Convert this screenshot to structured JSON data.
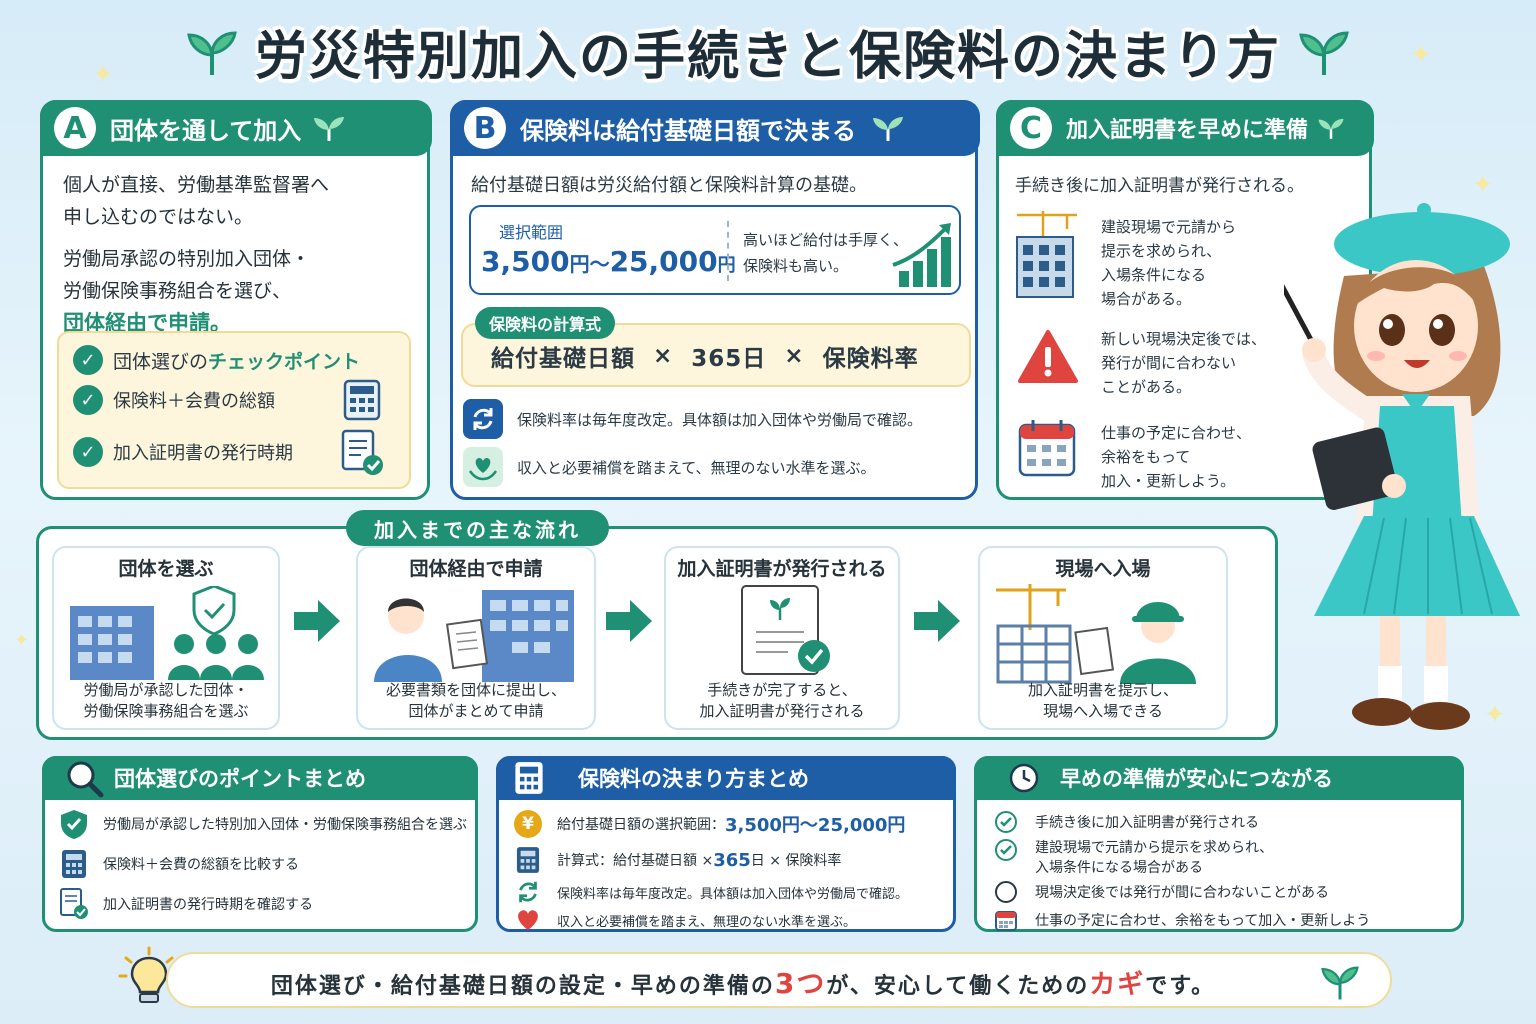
{
  "title": "労災特別加入の手続きと保険料の決まり方",
  "colors": {
    "green": "#1f9074",
    "blue": "#1e5ea7",
    "accent_red": "#e0443e",
    "yellow_box": "#fdf6dc"
  },
  "card_a": {
    "letter": "A",
    "heading": "団体を通して加入",
    "p1_line1": "個人が直接、労働基準監督署へ",
    "p1_line2": "申し込むのではない。",
    "p2_line1": "労働局承認の特別加入団体・",
    "p2_line2": "労働保険事務組合を選び、",
    "p2_emph": "団体経由で申請。",
    "checklist_title_pre": "団体選びの",
    "checklist_title_emph": "チェックポイント",
    "check1": "保険料＋会費の総額",
    "check2": "加入証明書の発行時期"
  },
  "card_b": {
    "letter": "B",
    "heading": "保険料は給付基礎日額で決まる",
    "intro": "給付基礎日額は労災給付額と保険料計算の基礎。",
    "range_label": "選択範囲",
    "range_min": "3,500",
    "range_sep": "円～",
    "range_max": "25,000",
    "range_unit": "円",
    "range_note1": "高いほど給付は手厚く、",
    "range_note2": "保険料も高い。",
    "formula_label": "保険料の計算式",
    "formula_a": "給付基礎日額",
    "formula_b": "365日",
    "formula_c": "保険料率",
    "formula_op": "×",
    "note1": "保険料率は毎年度改定。具体額は加入団体や労働局で確認。",
    "note2": "収入と必要補償を踏まえて、無理のない水準を選ぶ。"
  },
  "card_c": {
    "letter": "C",
    "heading": "加入証明書を早めに準備",
    "intro": "手続き後に加入証明書が発行される。",
    "item1": [
      "建設現場で元請から",
      "提示を求められ、",
      "入場条件になる",
      "場合がある。"
    ],
    "item2": [
      "新しい現場決定後では、",
      "発行が間に合わない",
      "ことがある。"
    ],
    "item3": [
      "仕事の予定に合わせ、",
      "余裕をもって",
      "加入・更新しよう。"
    ]
  },
  "flow": {
    "title": "加入までの主な流れ",
    "steps": [
      {
        "title": "団体を選ぶ",
        "cap1": "労働局が承認した団体・",
        "cap2": "労働保険事務組合を選ぶ"
      },
      {
        "title": "団体経由で申請",
        "cap1": "必要書類を団体に提出し、",
        "cap2": "団体がまとめて申請"
      },
      {
        "title": "加入証明書が発行される",
        "cap1": "手続きが完了すると、",
        "cap2": "加入証明書が発行される"
      },
      {
        "title": "現場へ入場",
        "cap1": "加入証明書を提示し、",
        "cap2": "現場へ入場できる"
      }
    ]
  },
  "summary1": {
    "heading": "団体選びのポイントまとめ",
    "rows": [
      "労働局が承認した特別加入団体・労働保険事務組合を選ぶ",
      "保険料＋会費の総額を比較する",
      "加入証明書の発行時期を確認する"
    ]
  },
  "summary2": {
    "heading": "保険料の決まり方まとめ",
    "row1_pre": "給付基礎日額の選択範囲：",
    "row1_val": "3,500円～25,000円",
    "row2_pre": "計算式：給付基礎日額 × ",
    "row2_val": "365",
    "row2_post": "日 × 保険料率",
    "row3": "保険料率は毎年度改定。具体額は加入団体や労働局で確認。",
    "row4": "収入と必要補償を踏まえ、無理のない水準を選ぶ。"
  },
  "summary3": {
    "heading": "早めの準備が安心につながる",
    "row1": "手続き後に加入証明書が発行される",
    "row2a": "建設現場で元請から提示を求められ、",
    "row2b": "入場条件になる場合がある",
    "row3": "現場決定後では発行が間に合わないことがある",
    "row4": "仕事の予定に合わせ、余裕をもって加入・更新しよう"
  },
  "footer": {
    "pre": "団体選び・給付基礎日額の設定・早めの準備の",
    "num": "3つ",
    "mid": "が、安心して働くための",
    "key": "カギ",
    "post": "です。"
  }
}
